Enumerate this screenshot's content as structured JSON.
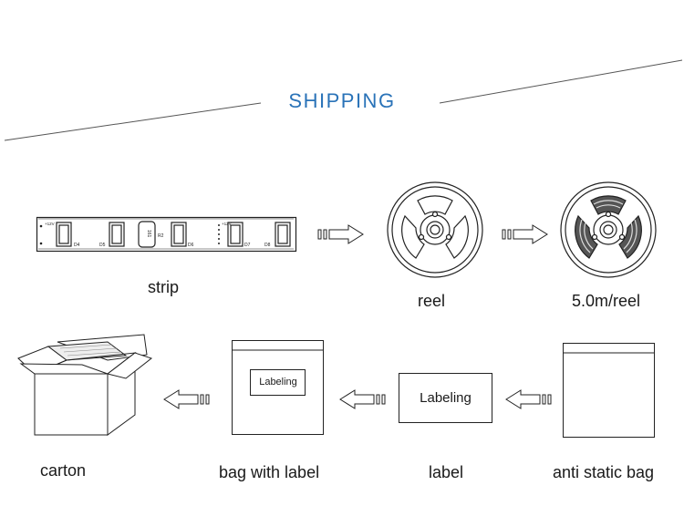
{
  "title": "SHIPPING",
  "colors": {
    "accent": "#2a73b8",
    "line": "#333333"
  },
  "steps": {
    "strip": "strip",
    "reel": "reel",
    "reel_full": "5.0m/reel",
    "anti_static_bag": "anti static bag",
    "label": "label",
    "bag_with_label": "bag with label",
    "carton": "carton"
  },
  "label_box_text": "Labeling",
  "bag_label_text": "Labeling",
  "strip_markings": {
    "v12_left": "+12V",
    "v12_right": "+12V",
    "d4": "D4",
    "d5": "D5",
    "d6": "D6",
    "d7": "D7",
    "d8": "D8",
    "resistor_value": "161",
    "r2": "R2"
  },
  "icons": [
    "arrow-right-icon",
    "arrow-left-icon",
    "reel-icon",
    "carton-icon",
    "bag-icon",
    "led-strip-icon"
  ]
}
